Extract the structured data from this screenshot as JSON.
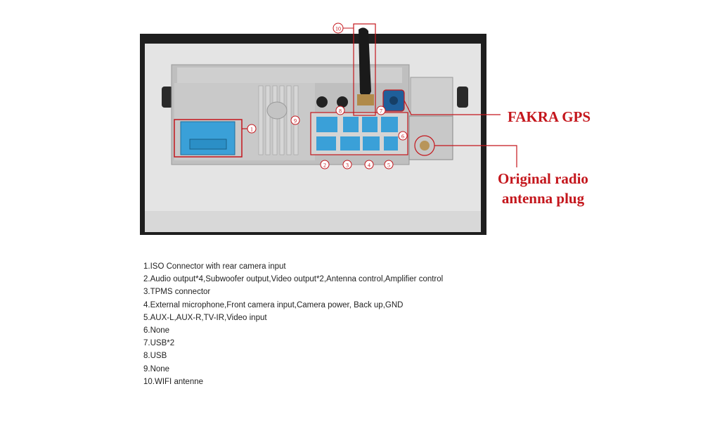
{
  "callouts": {
    "fakra": "FAKRA GPS",
    "radio_line1": "Original radio",
    "radio_line2": "antenna plug"
  },
  "markers": [
    "1",
    "2",
    "3",
    "4",
    "5",
    "6",
    "7",
    "8",
    "9",
    "10"
  ],
  "legend": [
    "1.ISO Connector with rear camera input",
    "2.Audio output*4,Subwoofer output,Video output*2,Antenna control,Amplifier control",
    "3.TPMS connector",
    "4.External microphone,Front camera input,Camera power, Back up,GND",
    "5.AUX-L,AUX-R,TV-IR,Video input",
    "6.None",
    "7.USB*2",
    "8.USB",
    "9.None",
    "10.WIFI antenne"
  ],
  "colors": {
    "accent_red": "#c4161c",
    "connector_blue": "#3aa0d8"
  }
}
